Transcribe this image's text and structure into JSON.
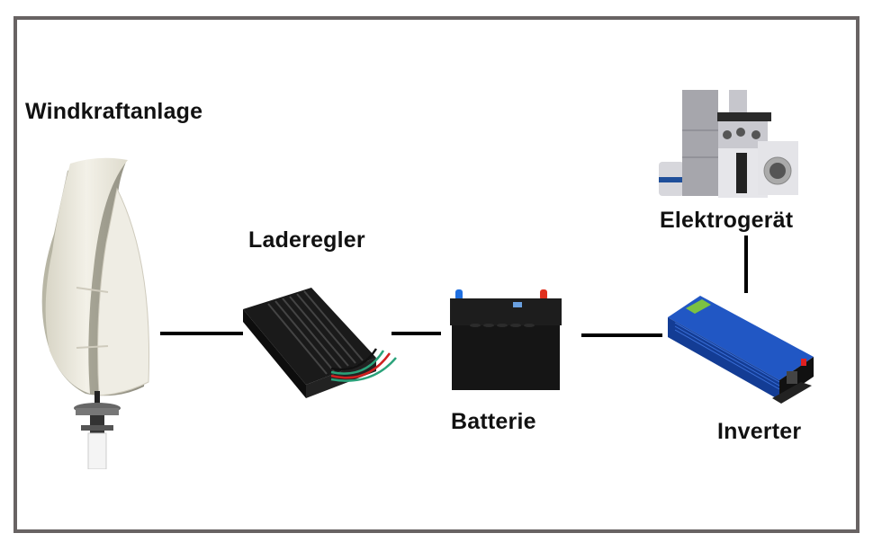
{
  "diagram": {
    "title": "Wind power system",
    "components": [
      {
        "id": "wind",
        "label": "Windkraftanlage",
        "icon": "wind-turbine-icon"
      },
      {
        "id": "controller",
        "label": "Laderegler",
        "icon": "charge-controller-icon"
      },
      {
        "id": "battery",
        "label": "Batterie",
        "icon": "battery-icon"
      },
      {
        "id": "inverter",
        "label": "Inverter",
        "icon": "inverter-icon"
      },
      {
        "id": "appliance",
        "label": "Elektrogerät",
        "icon": "appliances-icon"
      }
    ],
    "connections": [
      {
        "from": "Windkraftanlage",
        "to": "Laderegler"
      },
      {
        "from": "Laderegler",
        "to": "Batterie"
      },
      {
        "from": "Batterie",
        "to": "Inverter"
      },
      {
        "from": "Inverter",
        "to": "Elektrogerät"
      }
    ],
    "colors": {
      "border": "#686363",
      "line": "#000000",
      "inverter_blue": "#1c4fb8",
      "battery_pos": "#e0301e",
      "battery_neg": "#1f6fe0"
    }
  }
}
